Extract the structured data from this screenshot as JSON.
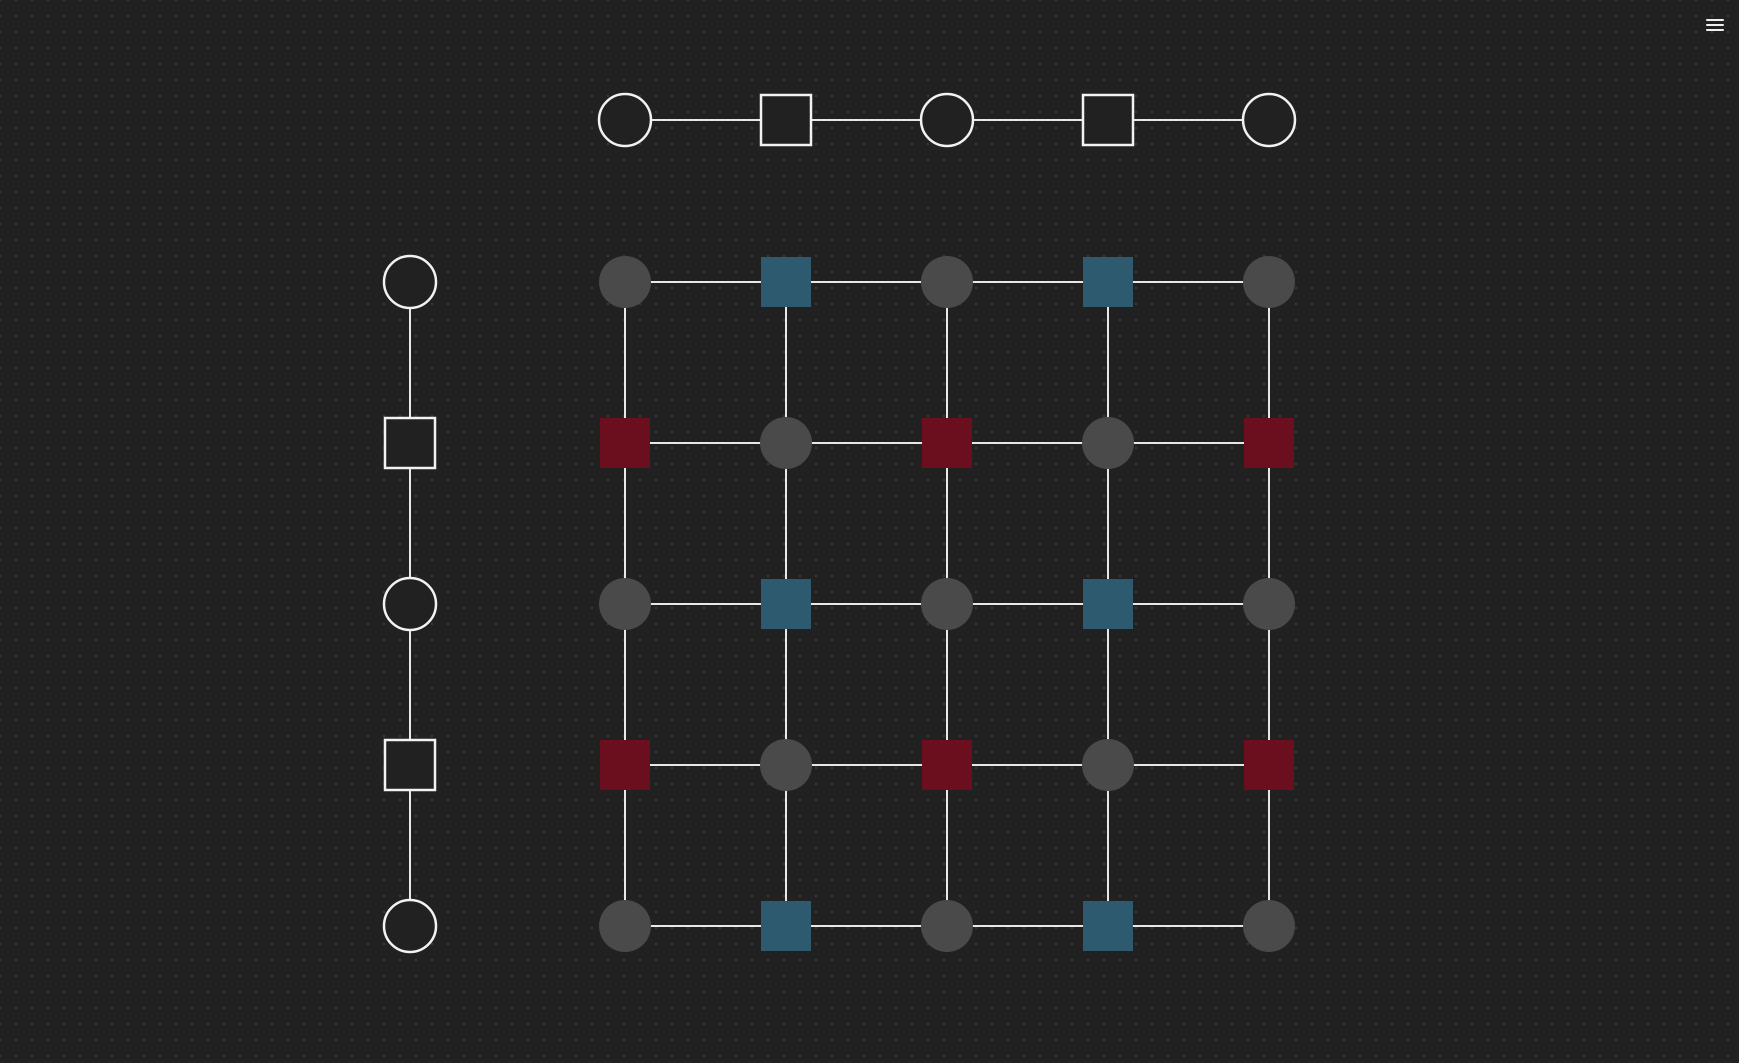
{
  "toolbar": {
    "menu_icon": "hamburger-menu-icon"
  },
  "colors": {
    "background": "#212121",
    "dot": "#3a3a3a",
    "edge": "#e8e8e8",
    "outline": "#f2f2f2",
    "node_grey": "#4a4a4a",
    "node_teal": "#2d5a6e",
    "node_red": "#6b0f1f"
  },
  "diagram": {
    "top_chain": [
      "circle",
      "square",
      "circle",
      "square",
      "circle"
    ],
    "left_chain": [
      "circle",
      "square",
      "circle",
      "square",
      "circle"
    ],
    "grid": [
      [
        "grey-circle",
        "teal-square",
        "grey-circle",
        "teal-square",
        "grey-circle"
      ],
      [
        "red-square",
        "grey-circle",
        "red-square",
        "grey-circle",
        "red-square"
      ],
      [
        "grey-circle",
        "teal-square",
        "grey-circle",
        "teal-square",
        "grey-circle"
      ],
      [
        "red-square",
        "grey-circle",
        "red-square",
        "grey-circle",
        "red-square"
      ],
      [
        "grey-circle",
        "teal-square",
        "grey-circle",
        "teal-square",
        "grey-circle"
      ]
    ]
  }
}
